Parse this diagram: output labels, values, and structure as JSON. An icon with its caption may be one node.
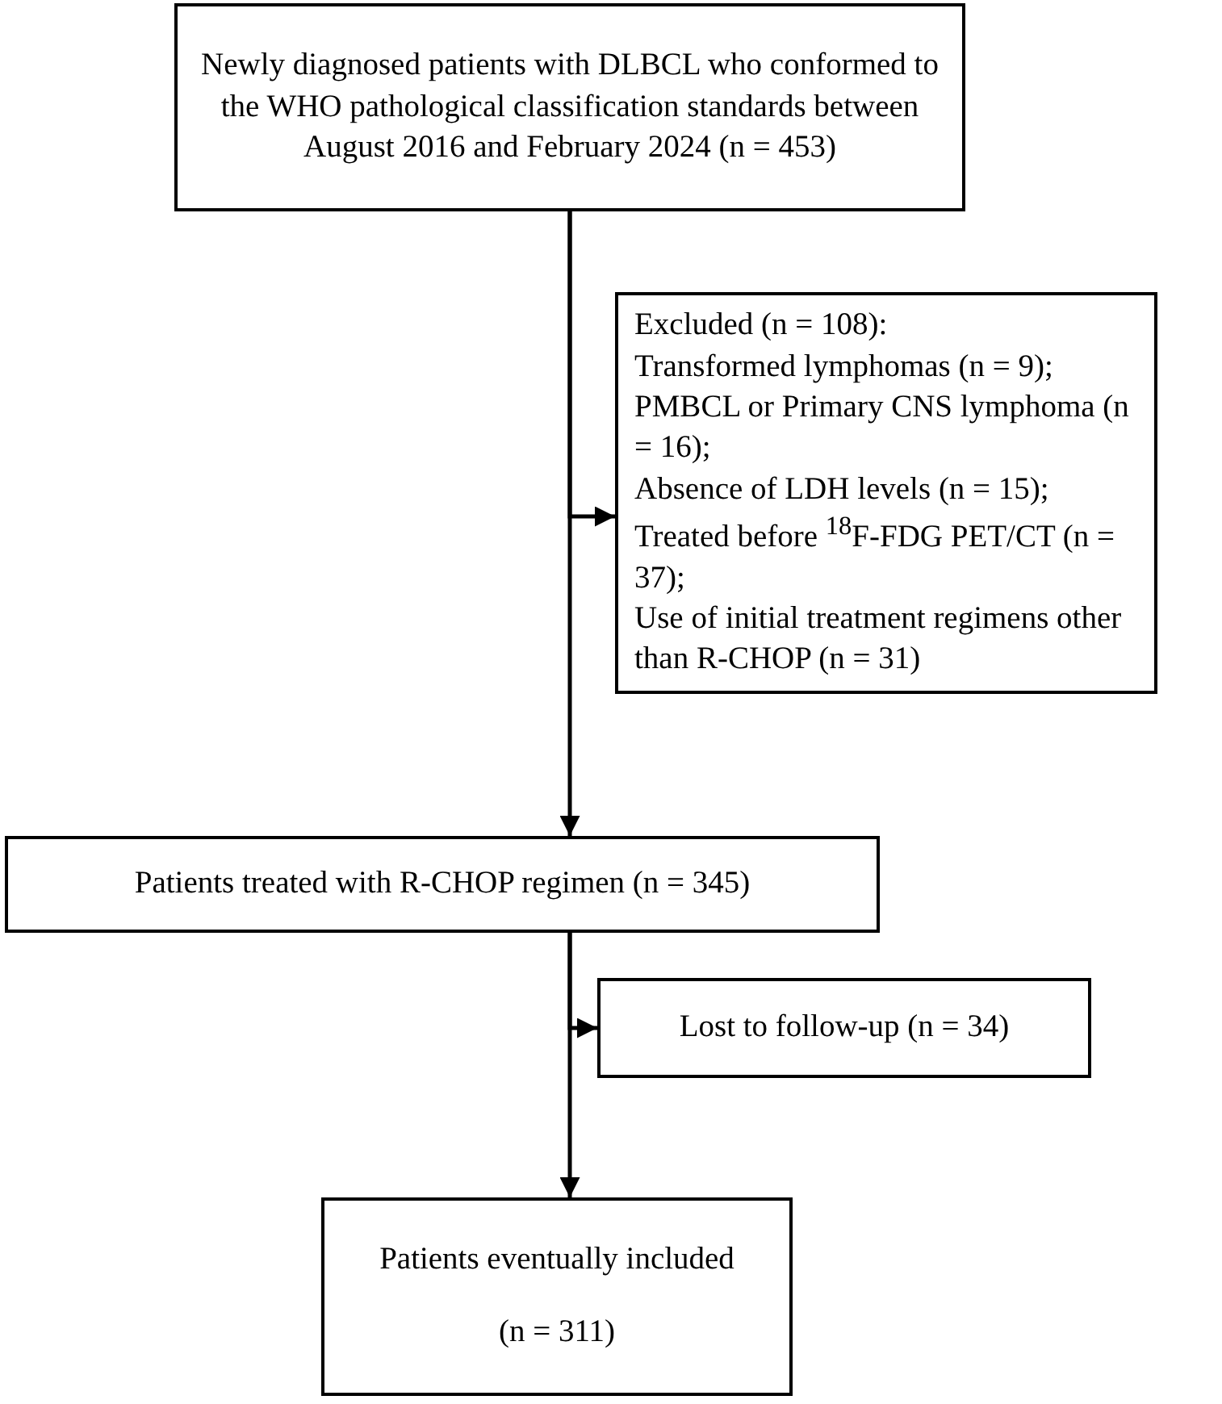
{
  "diagram": {
    "nodes": [
      {
        "text": [
          "Newly diagnosed patients with DLBCL who conformed to the WHO pathological classification standards between August 2016 and February 2024 (n = 453)"
        ]
      },
      {
        "text": [
          "Excluded (n = 108):",
          "Transformed lymphomas (n = 9);",
          "PMBCL or Primary CNS lymphoma (n = 16);",
          "Absence of LDH levels (n = 15);",
          "Treated before $^{18}$F-FDG PET/CT (n = 37);",
          "Use of initial treatment regimens other than R-CHOP (n = 31)"
        ]
      },
      {
        "text": [
          "Patients treated with R-CHOP regimen (n = 345)"
        ]
      },
      {
        "text": [
          "Lost to follow-up (n = 34)"
        ]
      },
      {
        "text": [
          "Patients eventually included (n = 311)"
        ]
      }
    ],
    "edges": [
      {
        "from": 0,
        "to": 1,
        "arrow": "to"
      },
      {
        "from": 0,
        "to": 2,
        "arrow": "to"
      },
      {
        "from": 2,
        "to": 3,
        "arrow": "to"
      },
      {
        "from": 2,
        "to": 4,
        "arrow": "to"
      }
    ]
  }
}
